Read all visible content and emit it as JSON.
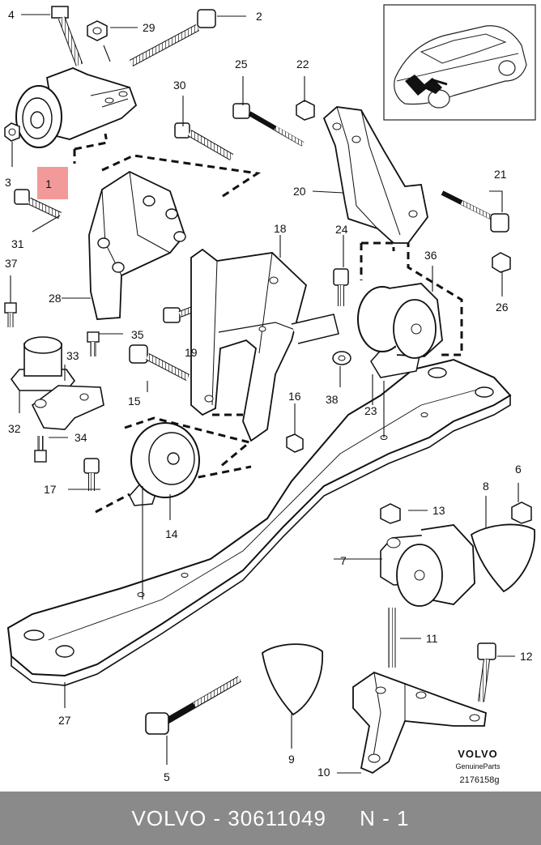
{
  "callouts": {
    "c1": "1",
    "c2": "2",
    "c3": "3",
    "c4": "4",
    "c5": "5",
    "c6": "6",
    "c7": "7",
    "c8": "8",
    "c9": "9",
    "c10": "10",
    "c11": "11",
    "c12": "12",
    "c13": "13",
    "c14": "14",
    "c15": "15",
    "c16": "16",
    "c17": "17",
    "c18": "18",
    "c19": "19",
    "c20": "20",
    "c21": "21",
    "c22": "22",
    "c23": "23",
    "c24": "24",
    "c25": "25",
    "c26": "26",
    "c27": "27",
    "c28": "28",
    "c29": "29",
    "c30": "30",
    "c31": "31",
    "c32": "32",
    "c33": "33",
    "c34": "34",
    "c35": "35",
    "c36": "36",
    "c37": "37",
    "c38": "38"
  },
  "brand": {
    "logo": "VOLVO",
    "tagline": "GenuineParts",
    "drawing_number": "2176158g"
  },
  "footer": {
    "text": "VOLVO - 30611049     N - 1"
  },
  "colors": {
    "highlight": "#f29a9a",
    "footer_bg": "#8a8a8a",
    "line": "#1a1a1a"
  }
}
